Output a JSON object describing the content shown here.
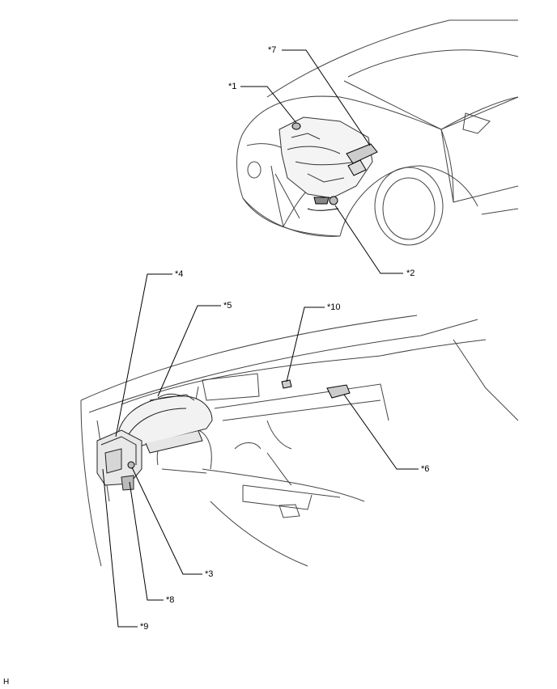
{
  "callouts": {
    "c1": "*1",
    "c2": "*2",
    "c3": "*3",
    "c4": "*4",
    "c5": "*5",
    "c6": "*6",
    "c7": "*7",
    "c8": "*8",
    "c9": "*9",
    "c10": "*10"
  },
  "corner_code": "H",
  "colors": {
    "line": "#000000",
    "outline": "#555555",
    "background": "#ffffff"
  }
}
